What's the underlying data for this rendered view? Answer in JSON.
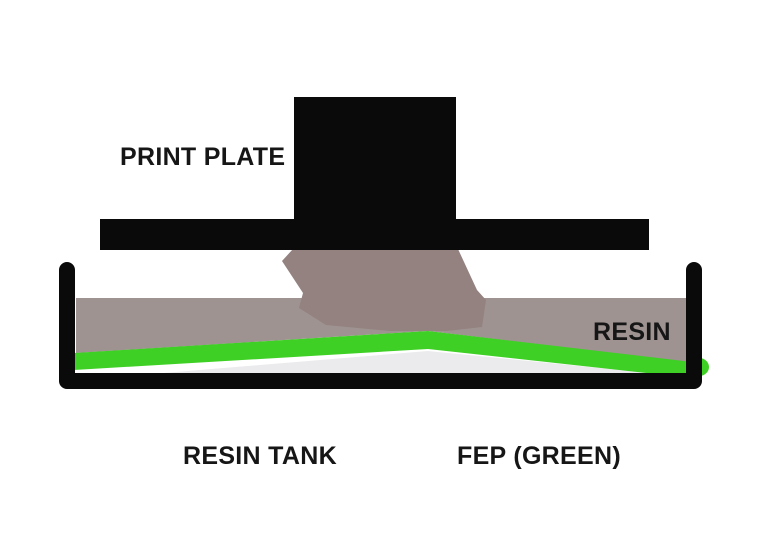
{
  "diagram": {
    "subject": "Resin 3D printer tank cross-section",
    "labels": {
      "print_plate": "PRINT PLATE",
      "resin": "RESIN",
      "resin_tank": "RESIN TANK",
      "fep": "FEP (GREEN)"
    },
    "colors": {
      "background": "#ffffff",
      "plate": "#0a0a0a",
      "tank_outline": "#0a0a0a",
      "resin_body": "#9e9391",
      "resin_suction_blob": "#93827f",
      "fep_film": "#3fd025",
      "under_film_gap": "#ebebed",
      "label_text": "#161616"
    }
  }
}
